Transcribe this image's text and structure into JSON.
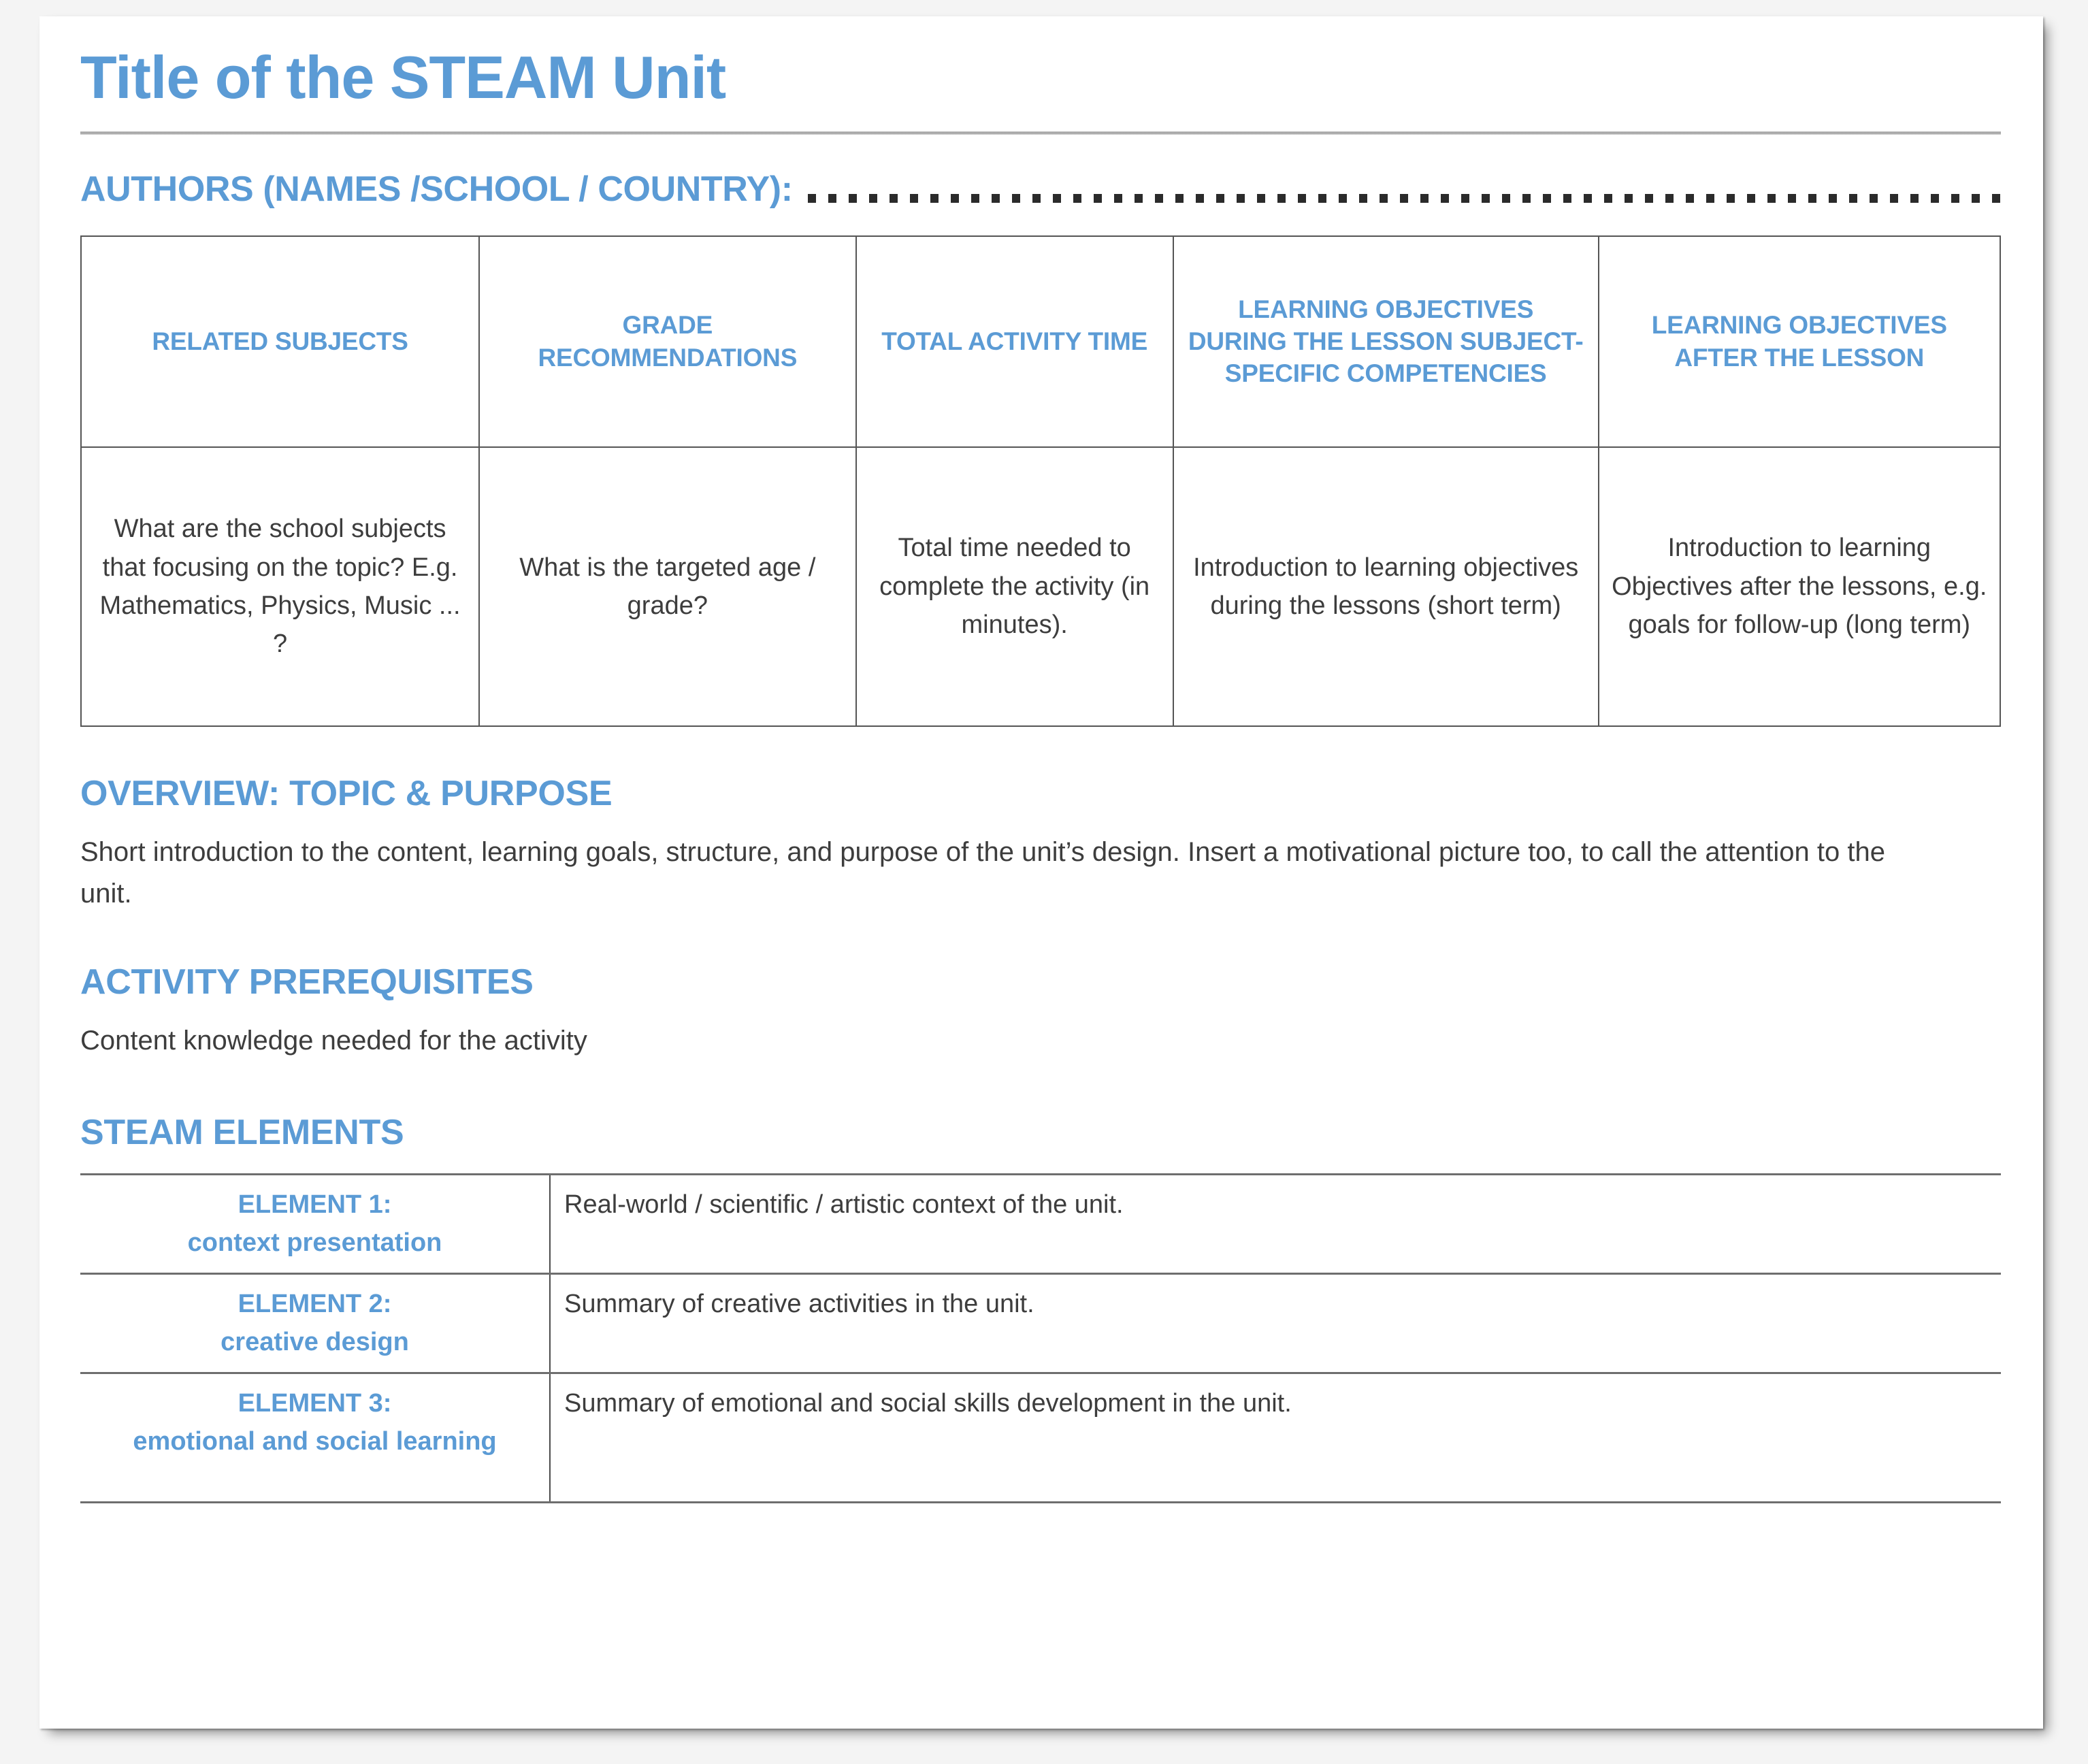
{
  "document": {
    "title": "Title of the STEAM Unit",
    "accent_color": "#5B9BD5",
    "text_color": "#3d3d3d"
  },
  "authors": {
    "label": "AUTHORS (NAMES /SCHOOL / COUNTRY):",
    "leader": "dotted-leader"
  },
  "info_table": {
    "headers": [
      "RELATED SUBJECTS",
      "GRADE RECOMMENDATIONS",
      "TOTAL ACTIVITY TIME",
      "LEARNING OBJECTIVES DURING THE LESSON SUBJECT-SPECIFIC COMPETENCIES",
      "LEARNING OBJECTIVES AFTER THE LESSON"
    ],
    "rows": [
      [
        "What are the school subjects that focusing on the topic? E.g. Mathematics, Physics, Music ... ?",
        "What is the targeted age / grade?",
        "Total time needed to complete the activity (in minutes).",
        "Introduction to learning objectives during the lessons (short term)",
        "Introduction to learning Objectives after the lessons, e.g. goals for follow-up (long term)"
      ]
    ]
  },
  "overview": {
    "heading": "OVERVIEW: TOPIC & PURPOSE",
    "body": "Short introduction to the content, learning goals, structure, and purpose of the unit’s design. Insert a motivational picture too, to call the attention to the unit."
  },
  "prerequisites": {
    "heading": "ACTIVITY PREREQUISITES",
    "body": "Content knowledge needed for the activity"
  },
  "steam_elements": {
    "heading": "STEAM ELEMENTS",
    "rows": [
      {
        "label_line1": "ELEMENT 1:",
        "label_line2": "context presentation",
        "description": "Real-world / scientific / artistic context of the unit."
      },
      {
        "label_line1": "ELEMENT 2:",
        "label_line2": "creative design",
        "description": "Summary of creative activities in the unit."
      },
      {
        "label_line1": "ELEMENT 3:",
        "label_line2": "emotional and social learning",
        "description": "Summary of emotional and social skills development in the unit."
      }
    ]
  }
}
